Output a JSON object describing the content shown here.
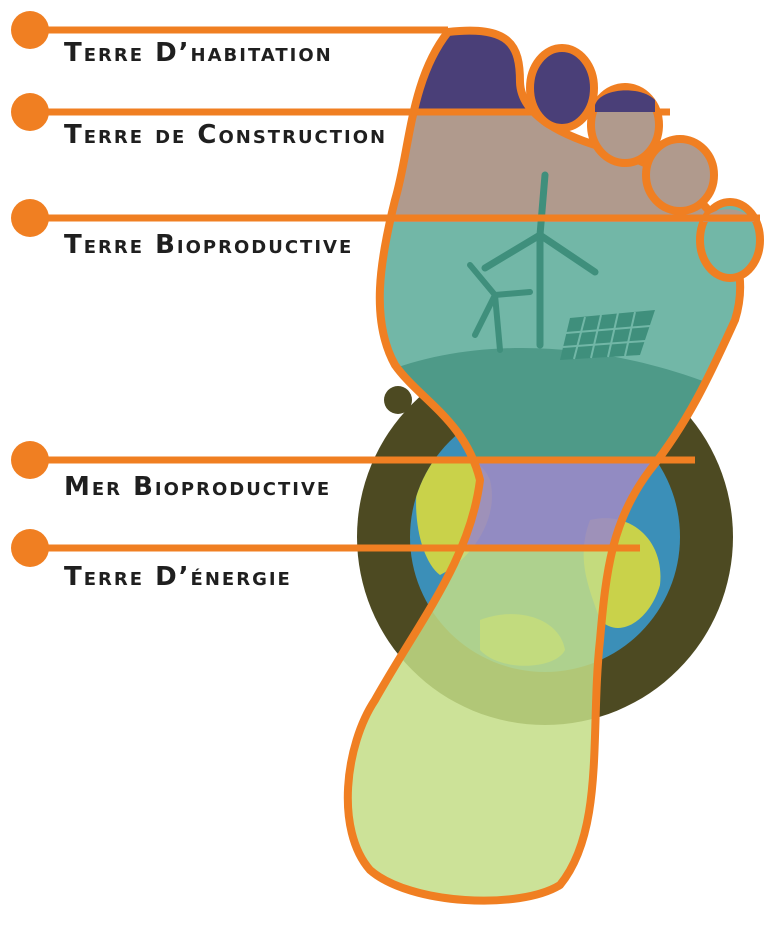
{
  "labels": [
    {
      "id": "habitation",
      "text": "Terre D’habitation"
    },
    {
      "id": "construction",
      "text": "Terre de Construction"
    },
    {
      "id": "bioproductive",
      "text": "Terre Bioproductive"
    },
    {
      "id": "mer",
      "text": "Mer Bioproductive"
    },
    {
      "id": "energie",
      "text": "Terre D’énergie"
    }
  ],
  "colors": {
    "outline": "#f07f22",
    "habitation": "#4a3f78",
    "construction": "#b09a8d",
    "bioproductive": "#72b7a7",
    "mer": "#9a8bc2",
    "energie": "#c3dd86",
    "ring": "#4d4a22",
    "globe_ocean": "#3b8fb8",
    "globe_land": "#c9d24a"
  }
}
